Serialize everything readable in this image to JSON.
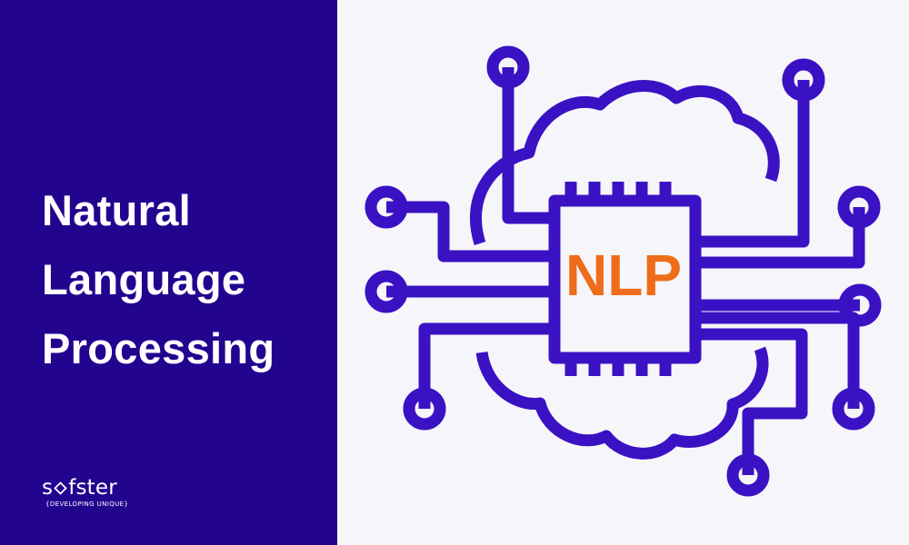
{
  "headline": {
    "line1": "Natural",
    "line2": "Language",
    "line3": "Processing"
  },
  "chip": {
    "label": "NLP"
  },
  "logo": {
    "word_start": "s",
    "word_end": "fster",
    "tagline": "{DEVELOPING UNIQUE}"
  },
  "colors": {
    "panel": "#22048f",
    "stroke": "#3a12c4",
    "accent": "#ee6c1a",
    "background": "#f6f5f9"
  },
  "icons": {
    "illustration": "brain-chip-circuit-icon",
    "logo_mark": "diamond-icon"
  }
}
